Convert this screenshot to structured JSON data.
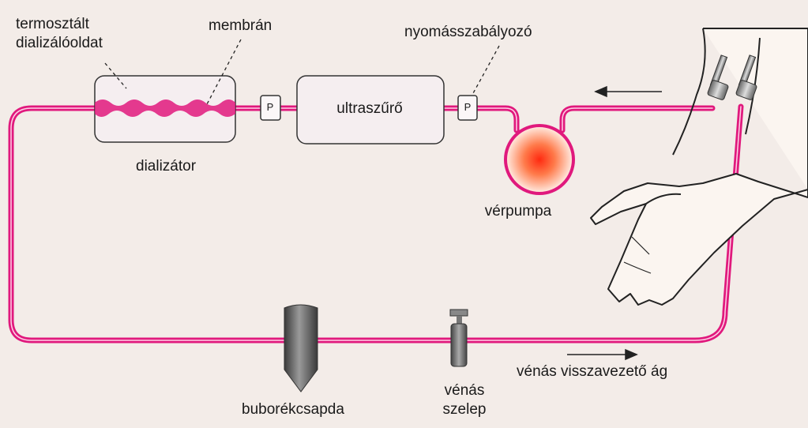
{
  "labels": {
    "thermostat_line1": "termosztált",
    "thermostat_line2": "dializálóoldat",
    "membrane": "membrán",
    "pressure_regulator": "nyomásszabályozó",
    "ultrafilter": "ultraszűrő",
    "dialyzer": "dializátor",
    "blood_pump": "vérpumpa",
    "bubble_trap": "buborékcsapda",
    "venous_valve_line1": "vénás",
    "venous_valve_line2": "szelep",
    "venous_return": "vénás visszavezető ág",
    "pressure_gauge_1": "P",
    "pressure_gauge_2": "P"
  },
  "colors": {
    "tubing": "#e0197d",
    "background": "#f3ece8",
    "component_fill": "#f5eef0",
    "pump_core": "#ff3b1e"
  }
}
